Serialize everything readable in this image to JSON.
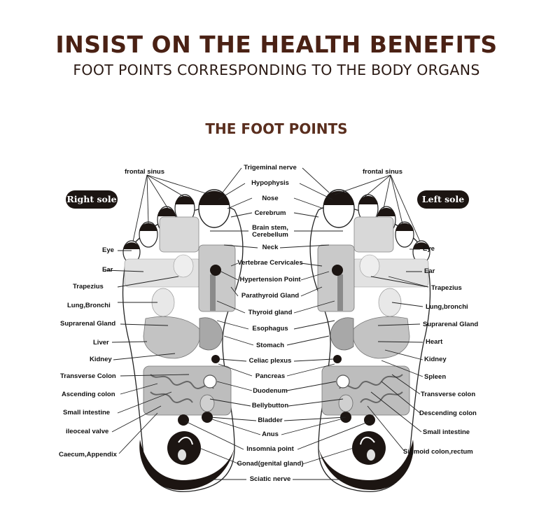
{
  "header": {
    "title": "INSIST ON THE HEALTH BENEFITS",
    "subtitle": "FOOT POINTS CORRESPONDING TO THE BODY ORGANS",
    "section": "THE FOOT POINTS"
  },
  "soles": {
    "right": "Right sole",
    "left": "Left sole"
  },
  "labels_left": {
    "frontal_sinus": "frontal sinus",
    "eye": "Eye",
    "ear": "Ear",
    "trapezius": "Trapezius",
    "lung": "Lung,Bronchi",
    "suprarenal": "Suprarenal Gland",
    "liver": "Liver",
    "kidney": "Kidney",
    "transverse_colon": "Transverse Colon",
    "ascending_colon": "Ascending colon",
    "small_intestine": "Small intestine",
    "ileoceal_valve": "ileoceal valve",
    "caecum": "Caecum,Appendix"
  },
  "labels_center": {
    "trigeminal": "Trigeminal nerve",
    "hypophysis": "Hypophysis",
    "nose": "Nose",
    "cerebrum": "Cerebrum",
    "brainstem1": "Brain stem,",
    "brainstem2": "Cerebellum",
    "neck": "Neck",
    "vertebrae": "Vertebrae Cervicales",
    "hypertension": "Hypertension Point",
    "parathyroid": "Parathyroid Gland",
    "thyroid": "Thyroid gland",
    "esophagus": "Esophagus",
    "stomach": "Stomach",
    "celiac": "Celiac plexus",
    "pancreas": "Pancreas",
    "duodenum": "Duodenum",
    "bellybutton": "Bellybutton",
    "bladder": "Bladder",
    "anus": "Anus",
    "insomnia": "Insomnia point",
    "gonad": "Gonad(genital gland)",
    "sciatic": "Sciatic nerve"
  },
  "labels_right": {
    "frontal_sinus": "frontal sinus",
    "eye": "Eye",
    "ear": "Ear",
    "trapezius": "Trapezius",
    "lung": "Lung,bronchi",
    "suprarenal": "Suprarenal Gland",
    "heart": "Heart",
    "kidney": "Kidney",
    "spleen": "Spleen",
    "transverse_colon": "Transverse colon",
    "descending_colon": "Descending colon",
    "small_intestine": "Small intestine",
    "sigmoid": "Sigmoid colon,rectum"
  },
  "colors": {
    "title": "#4a2114",
    "section": "#5a2e1e",
    "dark": "#1c1512",
    "organ_gray": "#b9b9b9",
    "light_gray": "#d8d8d8"
  }
}
